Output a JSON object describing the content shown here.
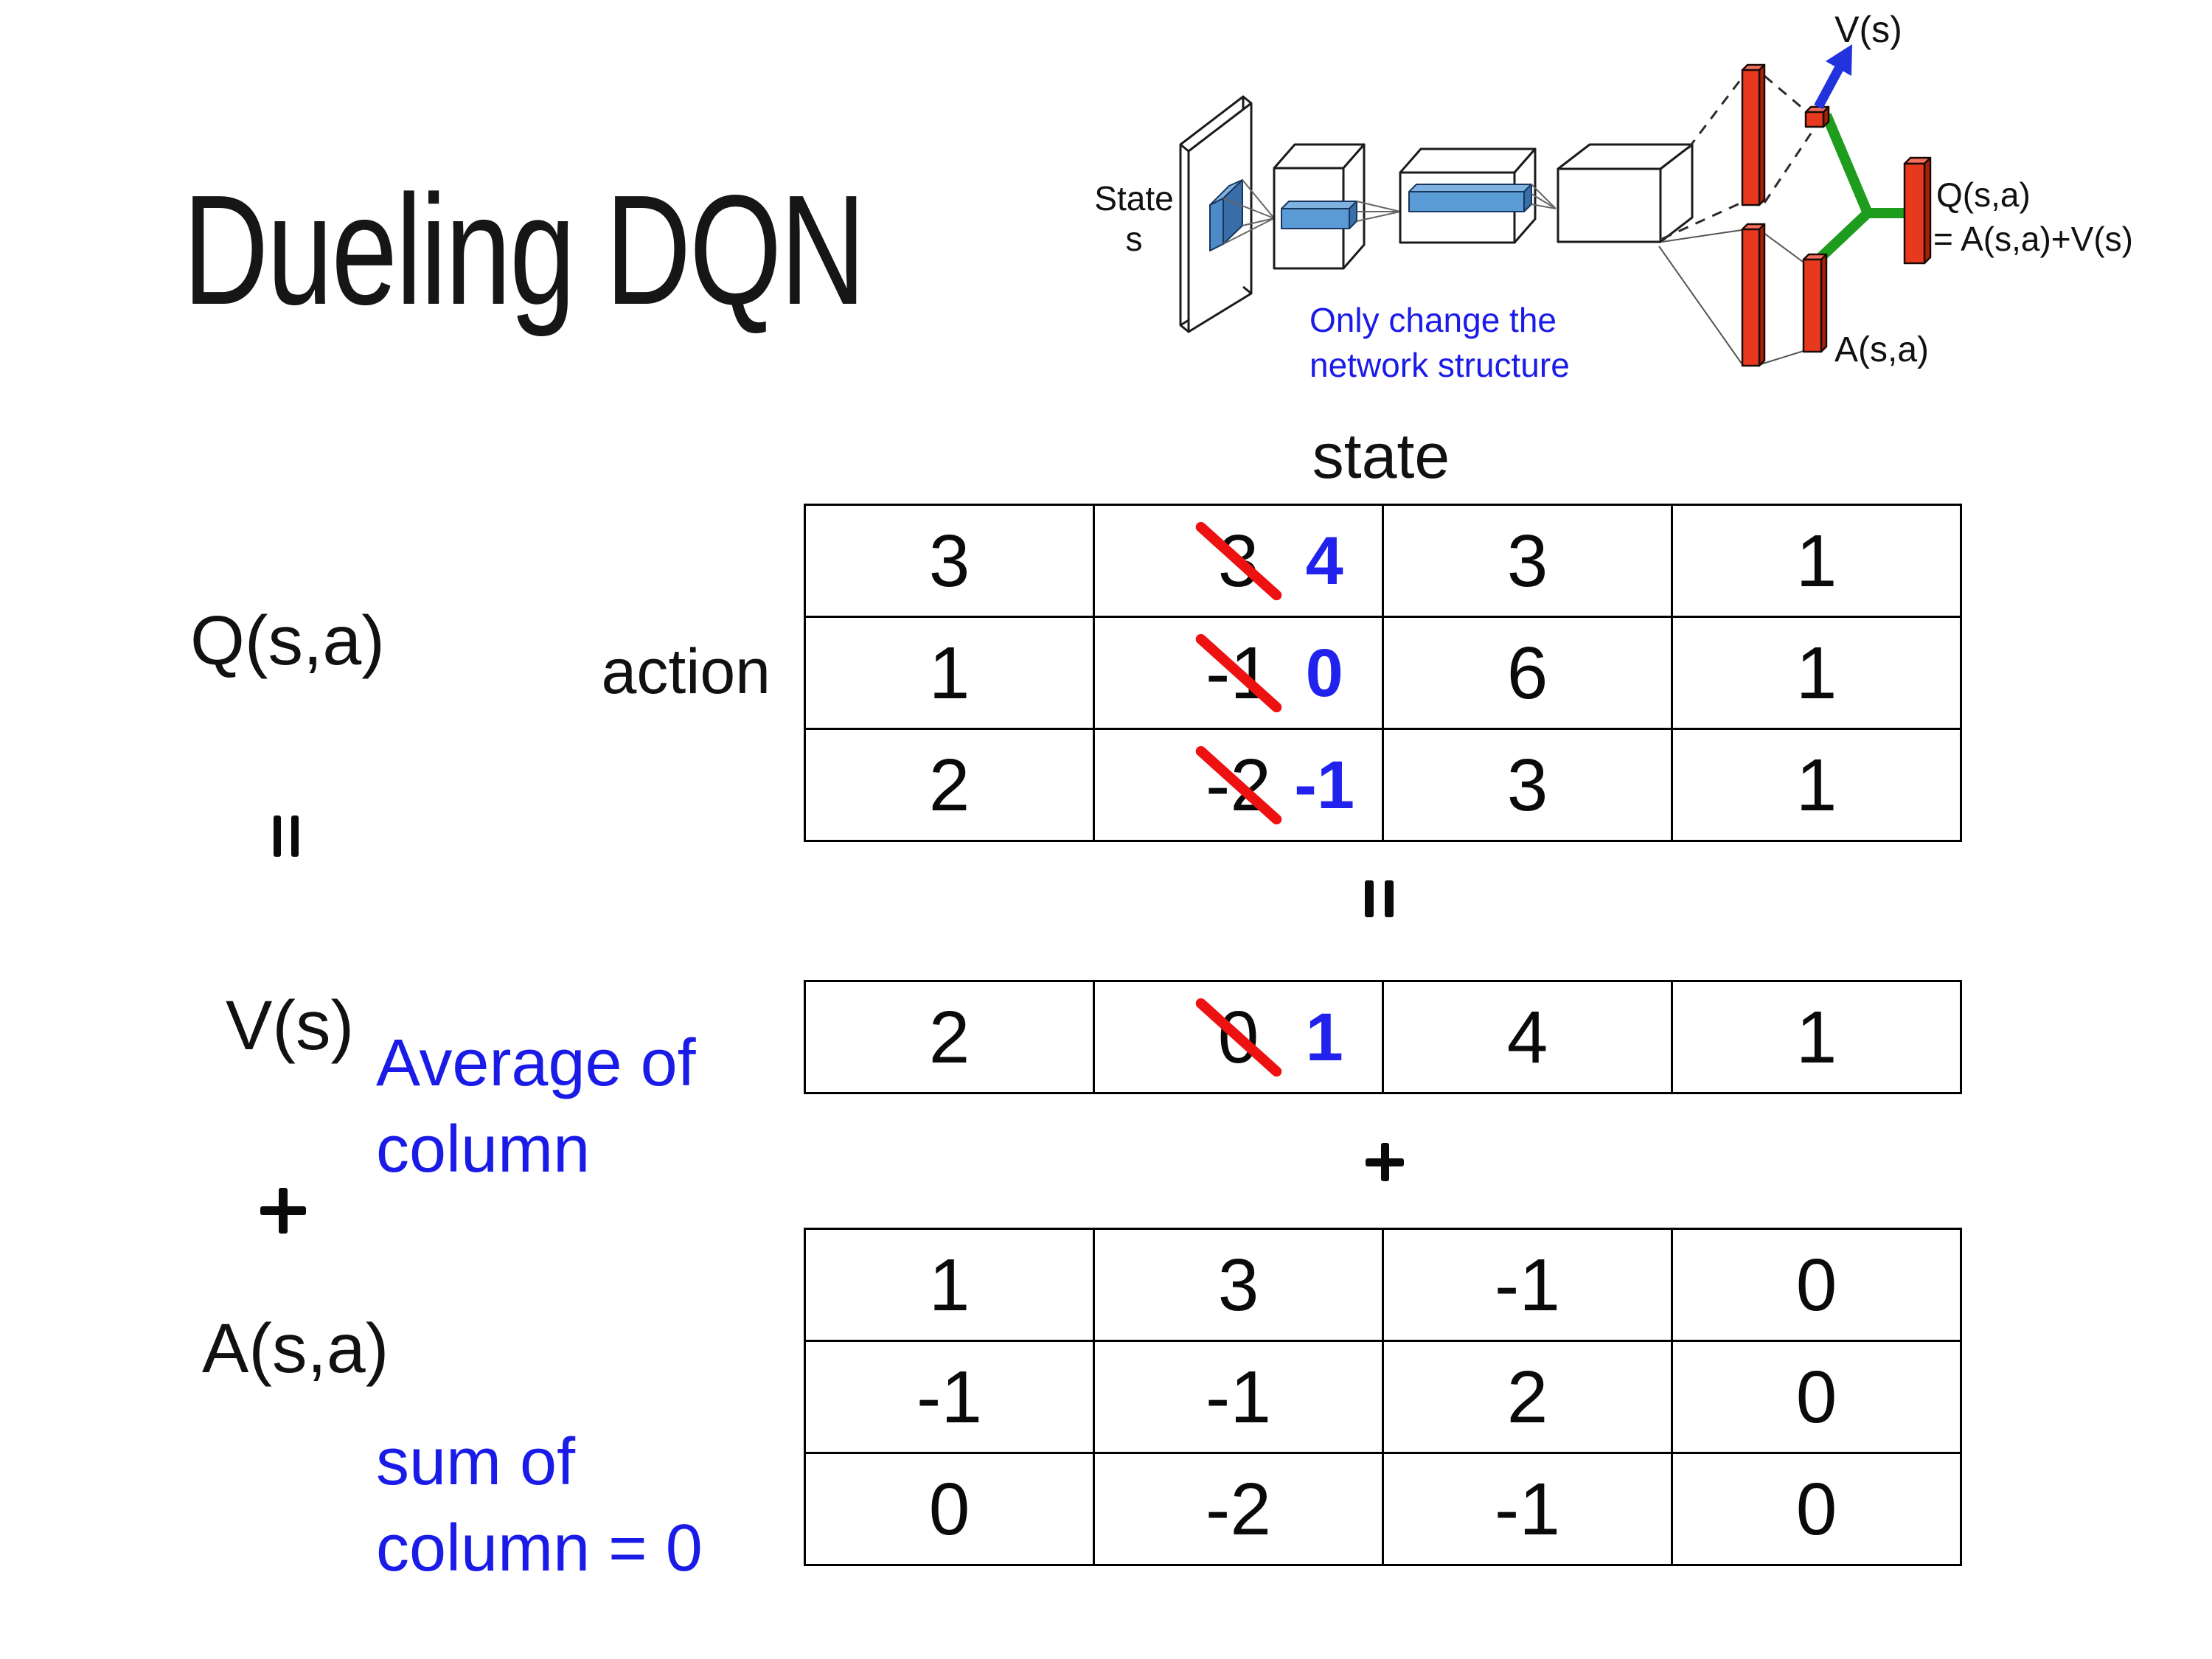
{
  "title": "Dueling DQN",
  "colors": {
    "annotation_blue": "#1b1be8",
    "number_blue": "#2222ee",
    "slash_red": "#ee1111",
    "bar_red": "#e8391f",
    "bar_red_top": "#f5705c",
    "bar_red_side": "#a82008",
    "link_green": "#1e9c1e",
    "arrow_blue": "#2233dd",
    "filter_blue_front": "#4e8ac8",
    "filter_blue_top": "#7fb2e0",
    "filter_blue_side": "#3a6ea8"
  },
  "diagram": {
    "state_label_1": "State",
    "state_label_2": "s",
    "note_1": "Only change the",
    "note_2": "network structure",
    "v_out": "V(s)",
    "q_out_1": "Q(s,a)",
    "q_out_2": "= A(s,a)+V(s)",
    "a_out": "A(s,a)"
  },
  "symbols": {
    "equals": "=",
    "plus": "+"
  },
  "matrix": {
    "state_label": "state",
    "action_label": "action",
    "q_label": "Q(s,a)",
    "v_label": "V(s)",
    "a_label": "A(s,a)",
    "avg_1": "Average of",
    "avg_2": "column",
    "sum_1": "sum of",
    "sum_2": "column = 0",
    "q": [
      [
        {
          "v": "3"
        },
        {
          "old": "3",
          "new": "4"
        },
        {
          "v": "3"
        },
        {
          "v": "1"
        }
      ],
      [
        {
          "v": "1"
        },
        {
          "old": "-1",
          "new": "0"
        },
        {
          "v": "6"
        },
        {
          "v": "1"
        }
      ],
      [
        {
          "v": "2"
        },
        {
          "old": "-2",
          "new": "-1"
        },
        {
          "v": "3"
        },
        {
          "v": "1"
        }
      ]
    ],
    "v": [
      [
        {
          "v": "2"
        },
        {
          "old": "0",
          "new": "1"
        },
        {
          "v": "4"
        },
        {
          "v": "1"
        }
      ]
    ],
    "a": [
      [
        {
          "v": "1"
        },
        {
          "v": "3"
        },
        {
          "v": "-1"
        },
        {
          "v": "0"
        }
      ],
      [
        {
          "v": "-1"
        },
        {
          "v": "-1"
        },
        {
          "v": "2"
        },
        {
          "v": "0"
        }
      ],
      [
        {
          "v": "0"
        },
        {
          "v": "-2"
        },
        {
          "v": "-1"
        },
        {
          "v": "0"
        }
      ]
    ]
  }
}
